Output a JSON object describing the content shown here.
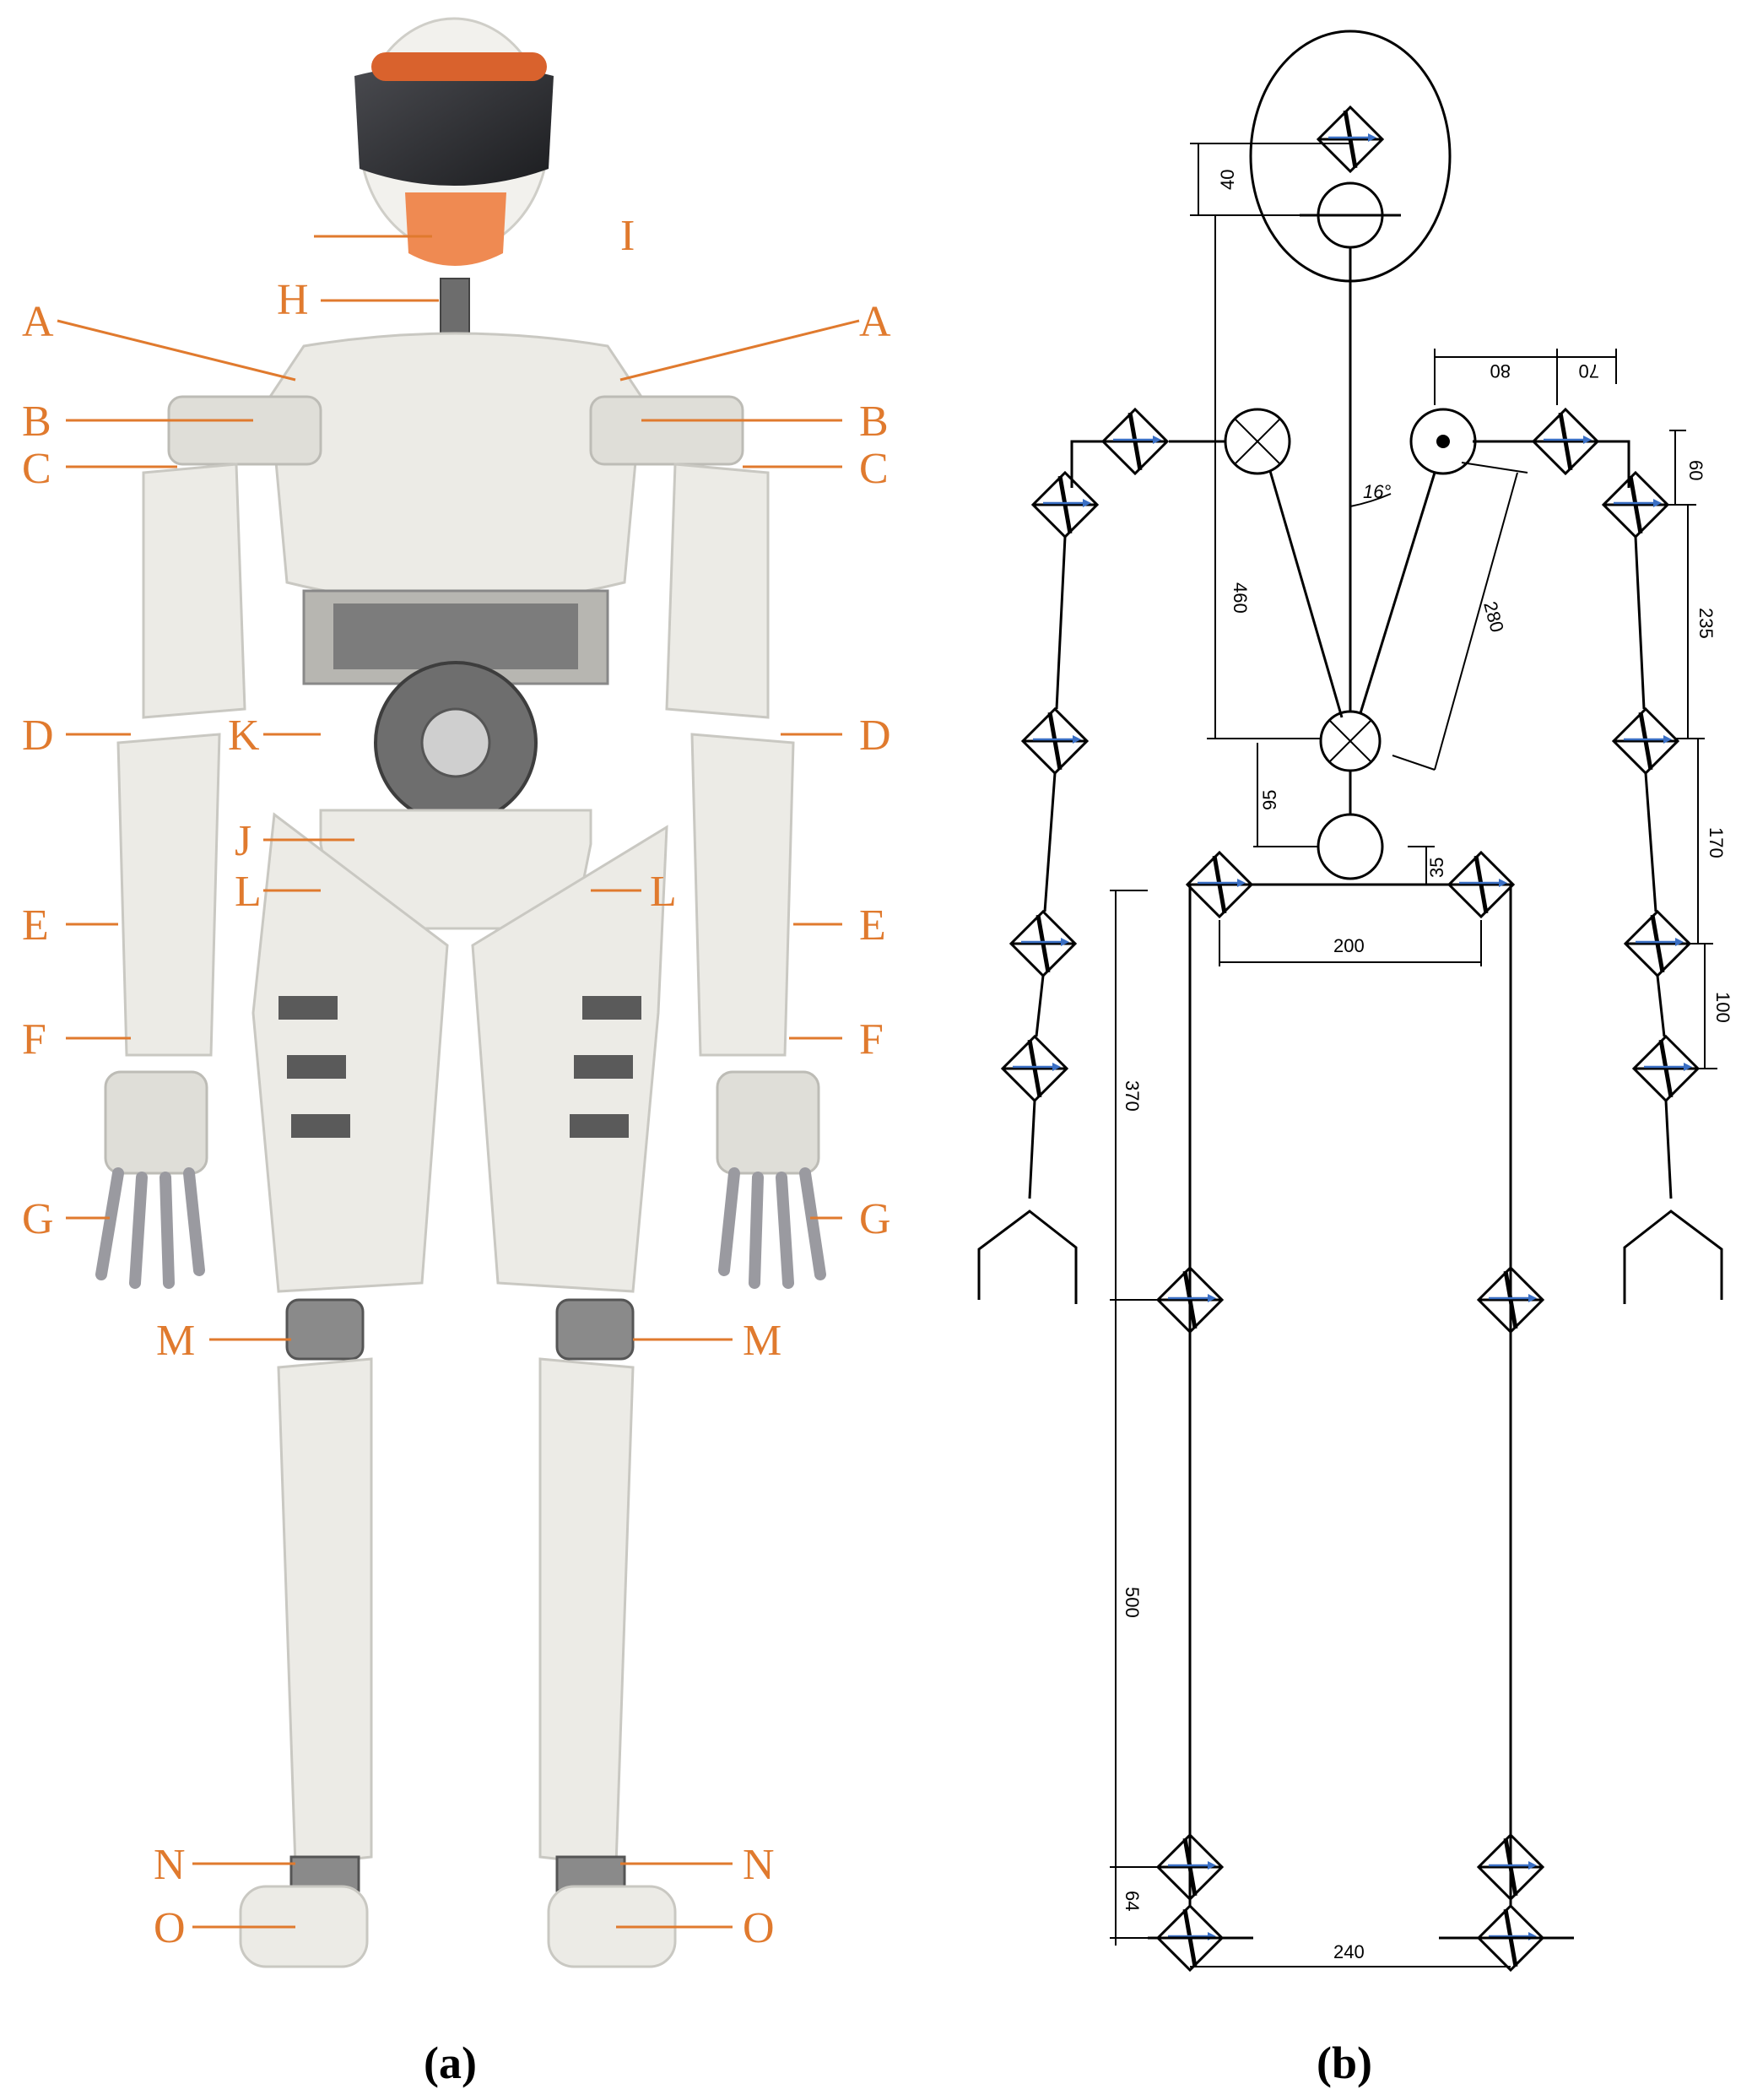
{
  "colors": {
    "callout": "#e07a2e",
    "arrow_blue": "#3a6fc4",
    "visor": "#2b2c30",
    "face": "#ef8a52",
    "band": "#d9622d",
    "shell": "#ecebe6",
    "joint": "#8a8a8a"
  },
  "panel_a": {
    "caption": "(a)",
    "labels": {
      "A": "A",
      "B": "B",
      "C": "C",
      "D": "D",
      "E": "E",
      "F": "F",
      "G": "G",
      "H": "H",
      "I": "I",
      "J": "J",
      "K": "K",
      "L": "L",
      "M": "M",
      "N": "N",
      "O": "O"
    }
  },
  "panel_b": {
    "caption": "(b)",
    "dimensions": {
      "head": "40",
      "torso": "460",
      "waist": "95",
      "hip_offset": "35",
      "hip_width": "200",
      "thigh": "370",
      "shank": "500",
      "ankle": "64",
      "foot_width": "240",
      "shoulder_80": "80",
      "shoulder_70": "70",
      "shoulder_60": "60",
      "upper_arm": "235",
      "forearm": "170",
      "wrist": "100",
      "arm_link": "280",
      "angle": "16°"
    }
  }
}
